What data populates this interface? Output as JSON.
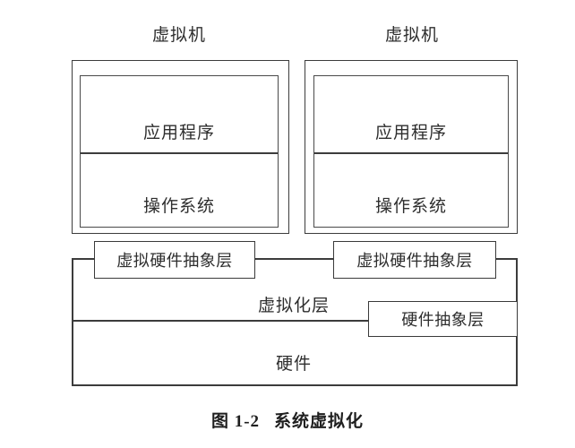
{
  "figure": {
    "caption_number": "图 1-2",
    "caption_title": "系统虚拟化",
    "background_color": "#ffffff",
    "line_color": "#3c3c3c",
    "text_color": "#2e2e2e"
  },
  "virtual_machines": [
    {
      "label": "虚拟机",
      "rows": [
        {
          "label": "应用程序"
        },
        {
          "label": "操作系统"
        }
      ],
      "hardware_abstraction": "虚拟硬件抽象层"
    },
    {
      "label": "虚拟机",
      "rows": [
        {
          "label": "应用程序"
        },
        {
          "label": "操作系统"
        }
      ],
      "hardware_abstraction": "虚拟硬件抽象层"
    }
  ],
  "layers": {
    "virtualization_layer": "虚拟化层",
    "hardware_abstraction_layer": "硬件抽象层",
    "hardware_layer": "硬件"
  }
}
